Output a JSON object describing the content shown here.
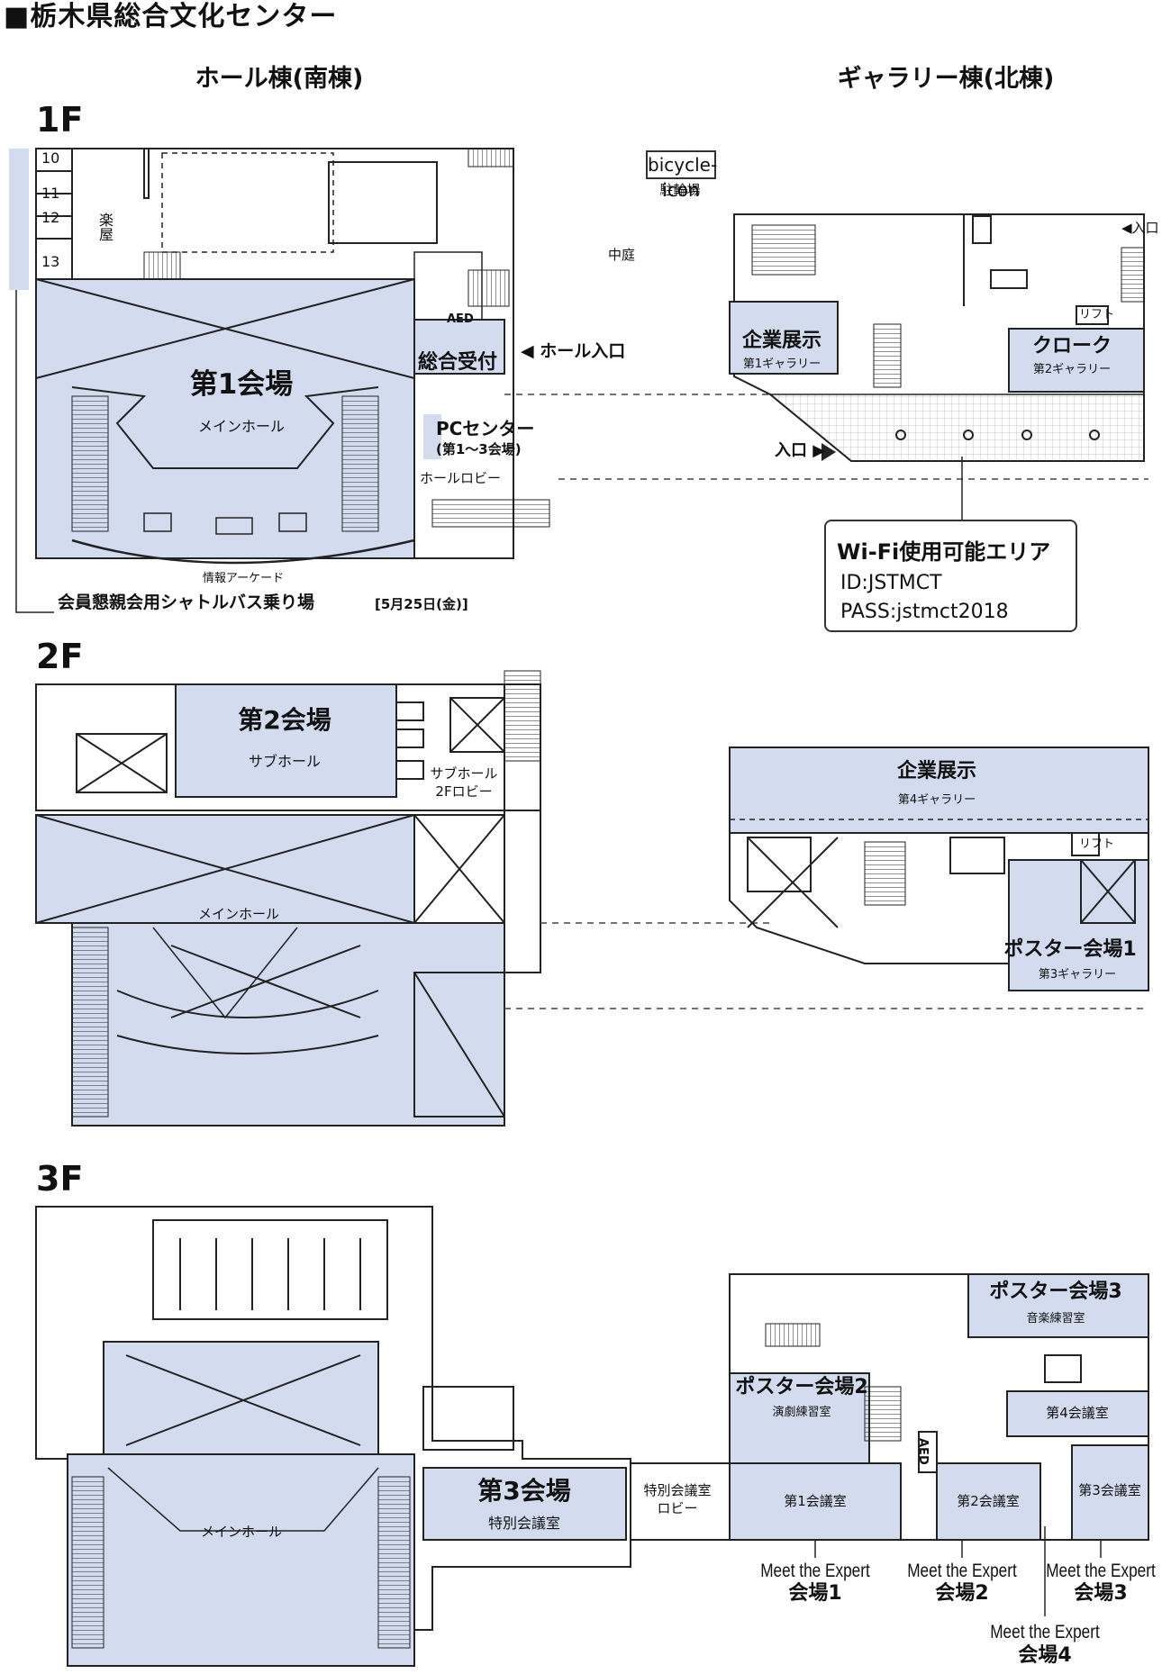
{
  "title": "■栃木県総合文化センター",
  "buildings": {
    "south": "ホール棟(南棟)",
    "north": "ギャラリー棟(北棟)"
  },
  "floors": {
    "f1": "1F",
    "f2": "2F",
    "f3": "3F"
  },
  "f1": {
    "room_numbers": [
      "10",
      "11",
      "12",
      "13"
    ],
    "gakuya": "楽屋",
    "bike_icon": "bicycle-icon",
    "bike_parking": "駐輪場",
    "courtyard": "中庭",
    "venue1_title": "第1会場",
    "venue1_sub": "メインホール",
    "reception": "総合受付",
    "hall_entrance": "◀ ホール入口",
    "pc_center": "PCセンター",
    "pc_center_sub": "(第1〜3会場)",
    "hall_lobby": "ホールロビー",
    "arcade": "情報アーケード",
    "shuttle": "会員懇親会用シャトルバス乗り場",
    "shuttle_date": "[5月25日(金)]",
    "aed": "AED",
    "expo_title": "企業展示",
    "expo_sub": "第1ギャラリー",
    "cloak_title": "クローク",
    "cloak_sub": "第2ギャラリー",
    "north_entrance_top": "◀入口",
    "north_entrance_side": "入口 ▶",
    "lift": "リフト"
  },
  "wifi": {
    "title": "Wi-Fi使用可能エリア",
    "id": "ID:JSTMCT",
    "pass": "PASS:jstmct2018"
  },
  "f2": {
    "venue2_title": "第2会場",
    "venue2_sub": "サブホール",
    "subhall_lobby_1": "サブホール",
    "subhall_lobby_2": "2Fロビー",
    "main_hall": "メインホール",
    "expo_title": "企業展示",
    "expo_sub": "第4ギャラリー",
    "poster1_title": "ポスター会場1",
    "poster1_sub": "第3ギャラリー",
    "lift": "リフト"
  },
  "f3": {
    "main_hall": "メインホール",
    "venue3_title": "第3会場",
    "venue3_sub": "特別会議室",
    "special_lobby_1": "特別会議室",
    "special_lobby_2": "ロビー",
    "poster3_title": "ポスター会場3",
    "poster3_sub": "音楽練習室",
    "poster2_title": "ポスター会場2",
    "poster2_sub": "演劇練習室",
    "room4": "第4会議室",
    "room1": "第1会議室",
    "room2": "第2会議室",
    "room3": "第3会議室",
    "aed": "AED",
    "mte_label": "Meet the Expert",
    "mte1": "会場1",
    "mte2": "会場2",
    "mte3": "会場3",
    "mte4": "会場4"
  },
  "colors": {
    "venue_fill": "#d3dcef",
    "wall": "#222222",
    "wifi_grid": "#c8c8c8"
  }
}
